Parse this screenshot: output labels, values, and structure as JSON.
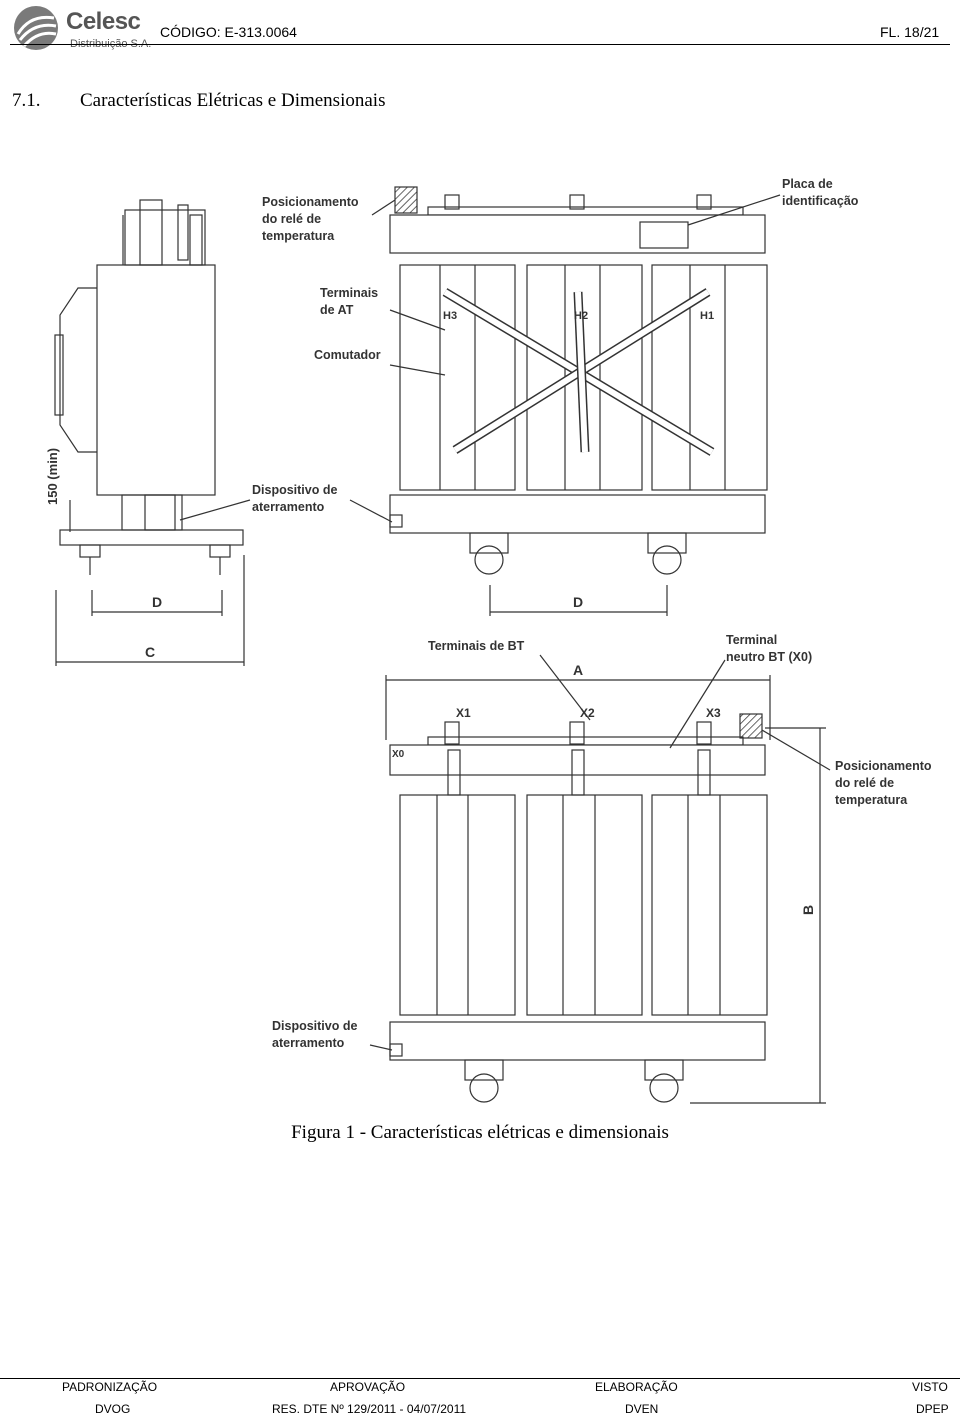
{
  "header": {
    "logo_name": "Celesc",
    "logo_sub": "Distribuição S.A.",
    "code": "CÓDIGO: E-313.0064",
    "page": "FL. 18/21"
  },
  "section": {
    "number": "7.1.",
    "title": "Características Elétricas e Dimensionais"
  },
  "drawing": {
    "labels": {
      "temp_relay_top": "Posicionamento\ndo relé de\ntemperatura",
      "nameplate": "Placa de\nidentificação",
      "at_terminals": "Terminais\nde AT",
      "switch": "Comutador",
      "grounding_top": "Dispositivo de\naterramento",
      "bt_terminals": "Terminais de BT",
      "neutral_terminal": "Terminal\nneutro BT (X0)",
      "temp_relay_bottom": "Posicionamento\ndo relé de\ntemperatura",
      "grounding_bottom": "Dispositivo de\naterramento"
    },
    "phases_at": [
      "H3",
      "H2",
      "H1"
    ],
    "phases_bt": [
      "X1",
      "X2",
      "X3"
    ],
    "neutral": "X0",
    "dims": {
      "min_height": "150 (min)",
      "d_side": "D",
      "c_side": "C",
      "d_front": "D",
      "a": "A",
      "b": "B"
    }
  },
  "caption": "Figura 1 - Características elétricas e dimensionais",
  "footer": {
    "headers": [
      "PADRONIZAÇÃO",
      "APROVAÇÃO",
      "ELABORAÇÃO",
      "VISTO"
    ],
    "values": [
      "DVOG",
      "RES. DTE Nº 129/2011 - 04/07/2011",
      "DVEN",
      "DPEP"
    ]
  }
}
